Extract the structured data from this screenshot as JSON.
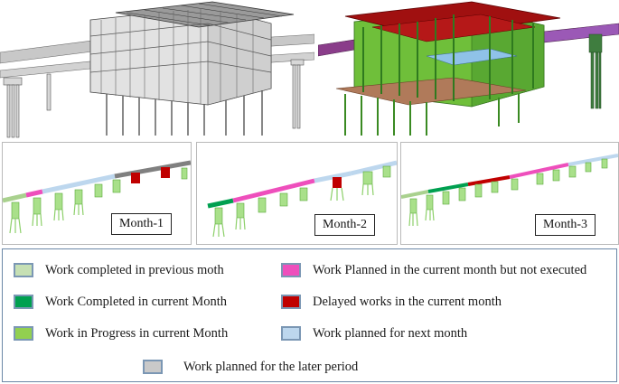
{
  "months": [
    {
      "label": "Month-1"
    },
    {
      "label": "Month-2"
    },
    {
      "label": "Month-3"
    }
  ],
  "legend": [
    {
      "text": "Work completed in previous moth",
      "color": "#c6e0b4"
    },
    {
      "text": "Work Completed in current Month",
      "color": "#00a050"
    },
    {
      "text": "Work in Progress in current Month",
      "color": "#92d050"
    },
    {
      "text": "Work Planned in the current month but not executed",
      "color": "#ee4fbc"
    },
    {
      "text": "Delayed works in the current month",
      "color": "#c00000"
    },
    {
      "text": "Work planned for next month",
      "color": "#bdd7ee"
    },
    {
      "text": "Work planned for the later period",
      "color": "#c9c9c9"
    }
  ]
}
